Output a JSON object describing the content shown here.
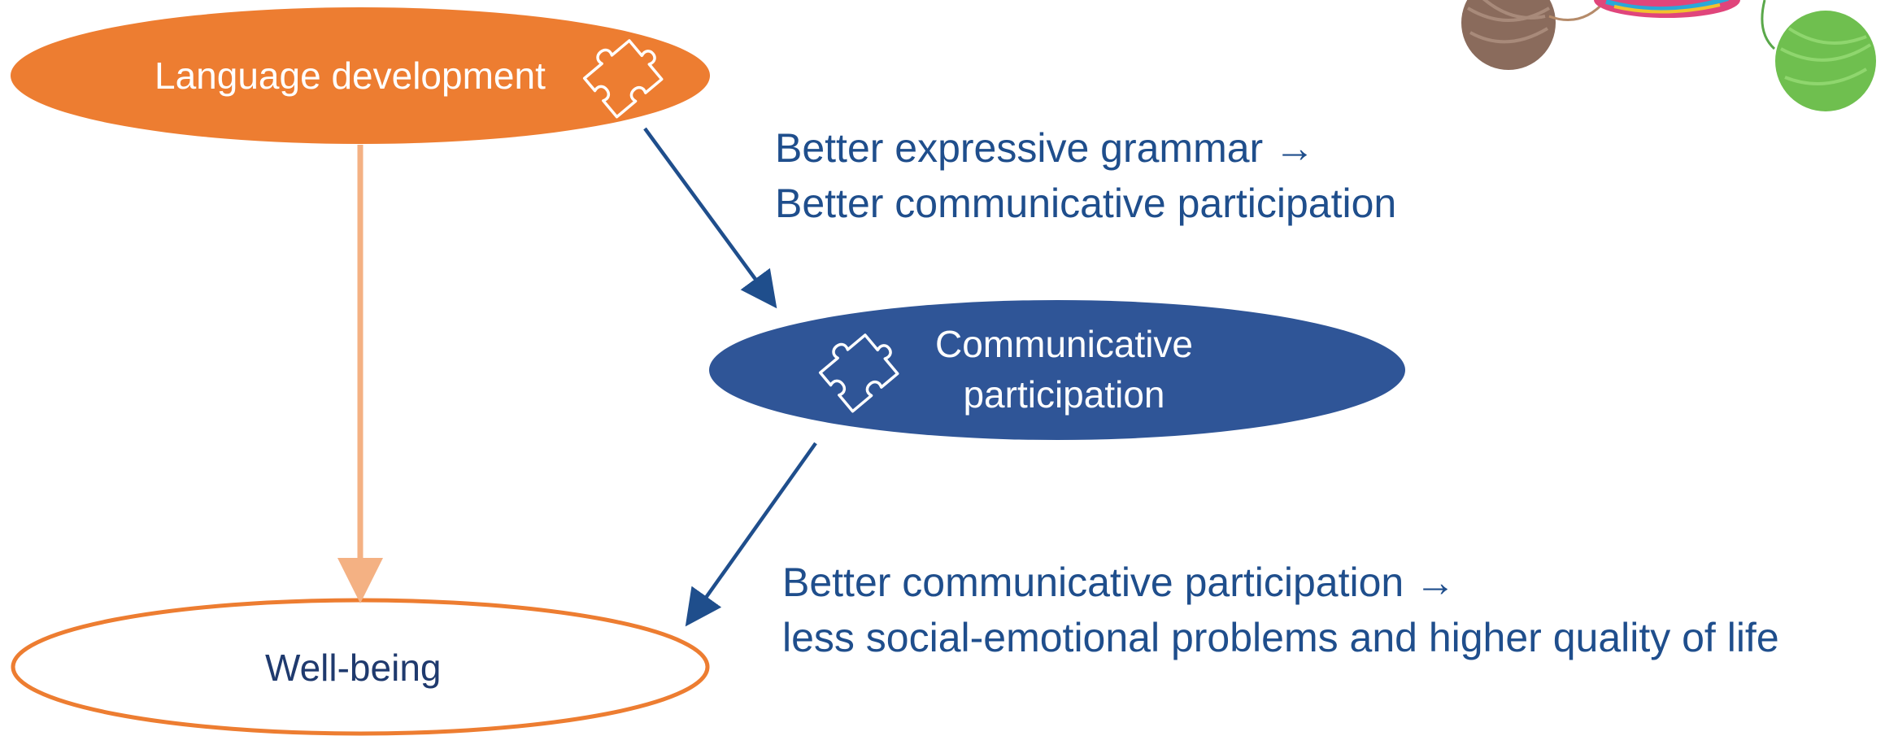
{
  "nodes": {
    "language": {
      "label": "Language development"
    },
    "communicative": {
      "label_line1": "Communicative",
      "label_line2": "participation"
    },
    "wellbeing": {
      "label": "Well-being"
    }
  },
  "captions": {
    "top": {
      "line1": "Better expressive grammar →",
      "line2": "Better communicative participation"
    },
    "bottom": {
      "line1": "Better communicative participation →",
      "line2": "less social-emotional problems and higher quality of life"
    }
  },
  "icons": [
    "puzzle-piece-icon",
    "puzzle-piece-icon",
    "yarn-balls-decoration"
  ],
  "colors": {
    "orange": "#ED7D31",
    "light_orange": "#F4B183",
    "blue": "#2F5597",
    "dark_blue_text": "#1F4E8C",
    "arrow_blue": "#1F4E8C"
  }
}
